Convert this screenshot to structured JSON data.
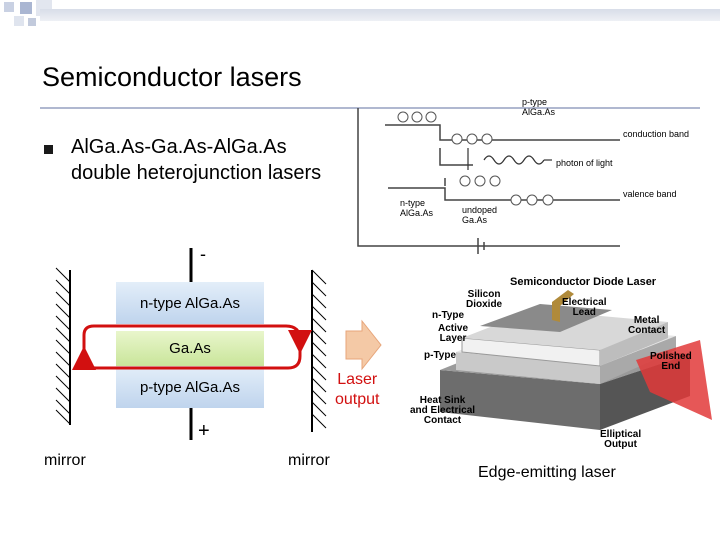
{
  "slide": {
    "title": "Semiconductor lasers",
    "bullet_text": "AlGa.As-Ga.As-AlGa.As double heterojunction lasers"
  },
  "diagram": {
    "layer_top": "n-type AlGa.As",
    "layer_mid": "Ga.As",
    "layer_bottom": "p-type AlGa.As",
    "minus": "-",
    "plus": "+",
    "laser_output": "Laser\noutput",
    "mirror_left": "mirror",
    "mirror_right": "mirror",
    "colors": {
      "arrow": "#d21010",
      "output_arrow": "#f4c9a6",
      "layer_blue": "#c8dbf0",
      "layer_green": "#d6ecb0"
    }
  },
  "band_diagram": {
    "ptype": "p-type\nAlGa.As",
    "conduction": "conduction band",
    "photon": "photon of light",
    "valence": "valence band",
    "ntype": "n-type\nAlGa.As",
    "undoped": "undoped\nGa.As"
  },
  "device": {
    "title": "Semiconductor Diode Laser",
    "silicon_dioxide": "Silicon\nDioxide",
    "electrical_lead": "Electrical\nLead",
    "ntype": "n-Type",
    "active_layer": "Active\nLayer",
    "metal_contact": "Metal\nContact",
    "ptype": "p-Type",
    "polished_end": "Polished\nEnd",
    "heat_sink": "Heat Sink\nand Electrical\nContact",
    "elliptical_output": "Elliptical\nOutput",
    "caption": "Edge-emitting laser"
  }
}
